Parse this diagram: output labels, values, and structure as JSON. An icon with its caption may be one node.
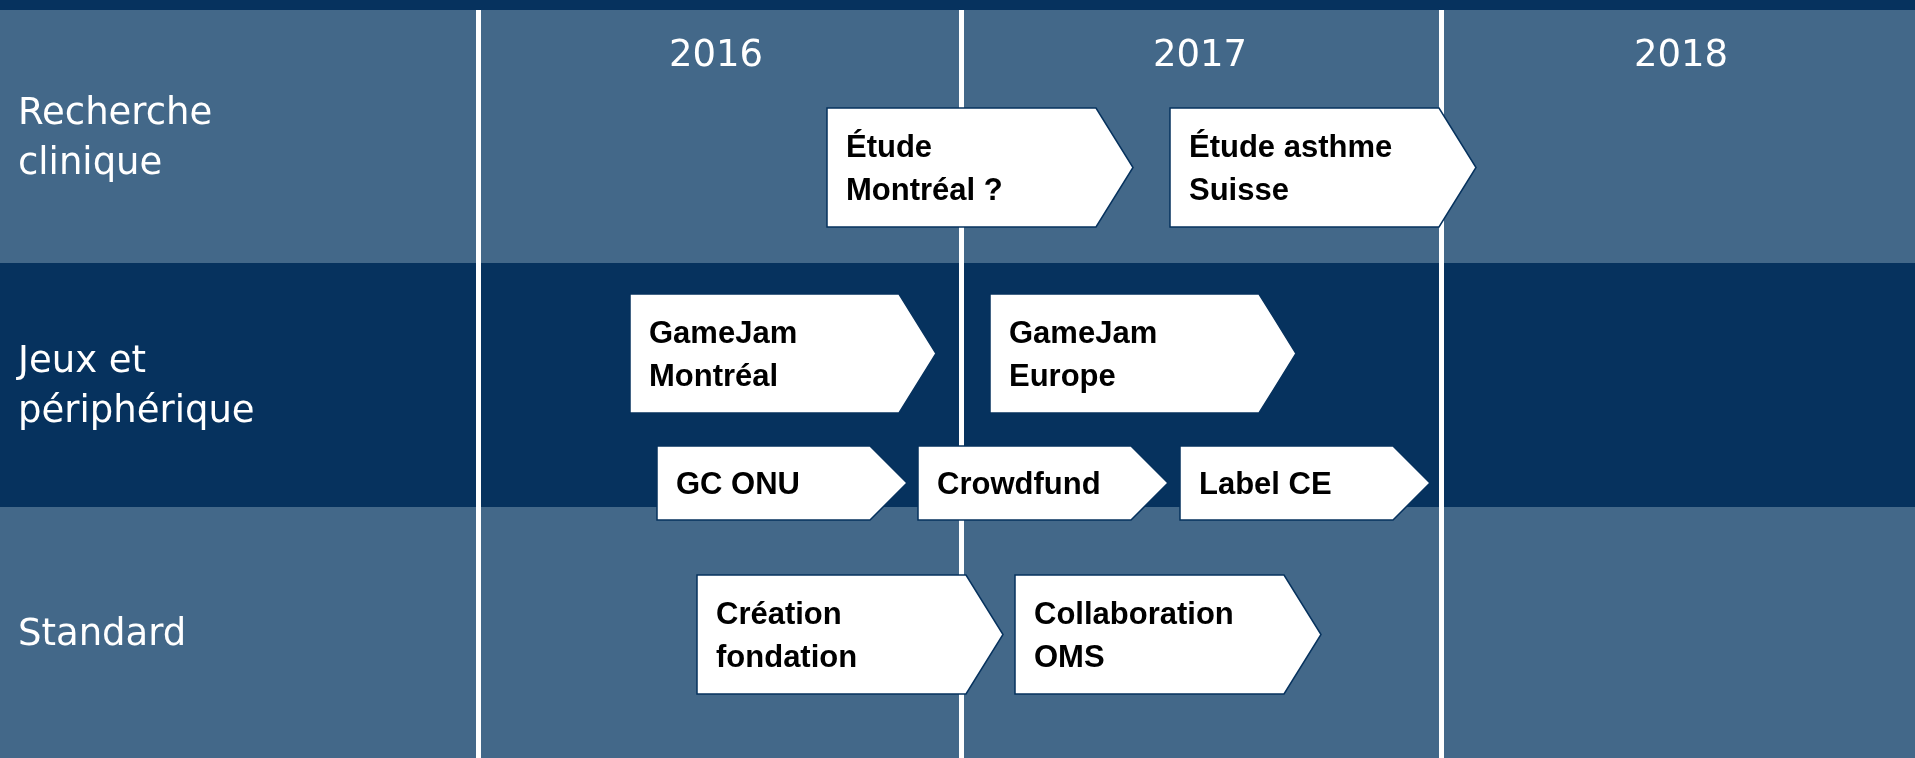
{
  "diagram": {
    "nodes": [
      {
        "text": [
          "Recherche clinique"
        ]
      },
      {
        "text": [
          "Étude Montréal ?"
        ],
        "in": 0
      },
      {
        "text": [
          "Étude asthme Suisse"
        ],
        "in": 0
      },
      {
        "text": [
          "Jeux et périphérique"
        ]
      },
      {
        "text": [
          "GameJam Montréal"
        ],
        "in": 3
      },
      {
        "text": [
          "GameJam Europe"
        ],
        "in": 3
      },
      {
        "text": [
          "GC ONU"
        ],
        "in": 3
      },
      {
        "text": [
          "Crowdfund"
        ],
        "in": 3
      },
      {
        "text": [
          "Label CE"
        ],
        "in": 3
      },
      {
        "text": [
          "Standard"
        ]
      },
      {
        "text": [
          "Création fondation"
        ],
        "in": 9
      },
      {
        "text": [
          "Collaboration OMS"
        ],
        "in": 9
      }
    ],
    "labels": [
      "2016",
      "2017",
      "2018"
    ]
  }
}
